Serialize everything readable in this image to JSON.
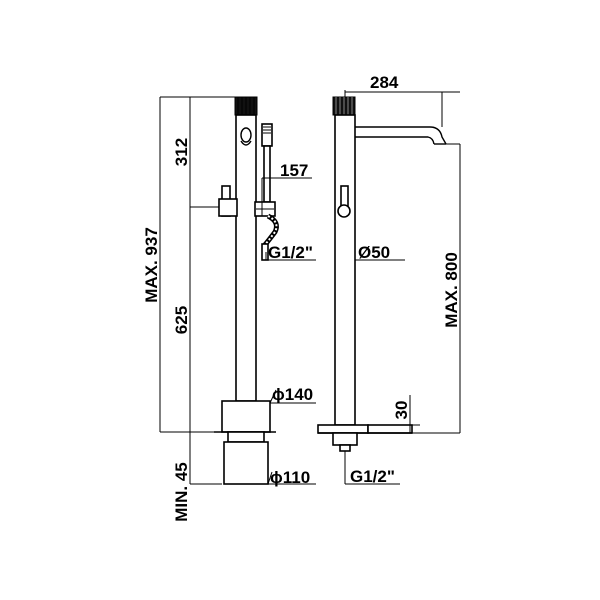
{
  "dimensions": {
    "left_top_section": "312",
    "left_bottom_section": "625",
    "left_total": "MAX. 937",
    "left_min": "MIN. 45",
    "hose_offset": "157",
    "left_connection": "G1/2\"",
    "base_diameter": "ϕ140",
    "pipe_diameter_lower": "ϕ110",
    "right_spout_reach": "284",
    "right_pipe_diameter": "Ø50",
    "right_height": "MAX. 800",
    "right_base_height": "30",
    "right_connection": "G1/2\""
  }
}
